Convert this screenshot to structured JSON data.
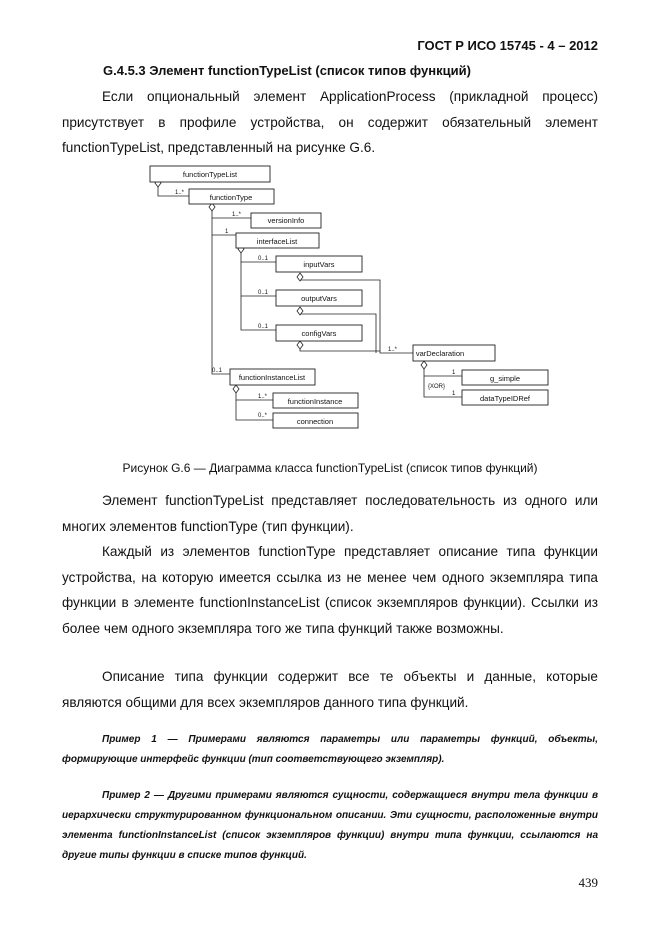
{
  "header": "ГОСТ Р ИСО 15745 - 4 – 2012",
  "section": "G.4.5.3   Элемент functionTypeList (список типов функций)",
  "paragraphs": {
    "p1": "Если опциональный элемент ApplicationProcess (прикладной процесс) присутствует в профиле устройства, он содержит обязательный элемент functionTypeList, представленный на рисунке G.6.",
    "p2": "Элемент functionTypeList представляет последовательность из одного или многих элементов functionType (тип функции).",
    "p3": "Каждый из элементов functionType представляет описание типа функции устройства, на которую имеется ссылка из не менее чем одного экземпляра типа функции в элементе functionInstanceList (список экземпляров функции). Ссылки из более чем одного экземпляра того же типа функций также возможны.",
    "p4": "Описание типа функции содержит все те объекты и данные, которые являются общими для всех экземпляров данного типа функций."
  },
  "diagram": {
    "boxes": {
      "functionTypeList": "functionTypeList",
      "functionType": "functionType",
      "versionInfo": "versionInfo",
      "interfaceList": "interfaceList",
      "inputVars": "inputVars",
      "outputVars": "outputVars",
      "configVars": "configVars",
      "varDeclaration": "varDeclaration",
      "g_simple": "g_simple",
      "dataTypeIDRef": "dataTypeIDRef",
      "functionInstanceList": "functionInstanceList",
      "functionInstance": "functionInstance",
      "connection": "connection"
    },
    "multiplicities": {
      "m_functionType": "1..*",
      "m_versionInfo": "1..*",
      "m_interfaceList": "1",
      "m_inputVars": "0..1",
      "m_outputVars": "0..1",
      "m_configVars": "0..1",
      "m_varDeclaration": "1..*",
      "m_g_simple": "1",
      "m_xor": "{XOR}",
      "m_dataTypeIDRef": "1",
      "m_functionInstanceList": "0..1",
      "m_functionInstance": "1..*",
      "m_connection": "0..*"
    }
  },
  "caption": "Рисунок G.6 — Диаграмма класса functionTypeList (список типов функций)",
  "notes": {
    "n1": "Пример 1 — Примерами являются параметры или параметры функций, объекты, формирующие интерфейс функции (тип соответствующего экземпляр).",
    "n2": "Пример 2 — Другими примерами являются сущности, содержащиеся внутри тела функции в иерархически структурированном функциональном описании. Эти сущности, расположенные внутри элемента functionInstanceList (список экземпляров функции) внутри типа функции, ссылаются на другие типы функции в списке типов функций."
  },
  "page_number": "439"
}
